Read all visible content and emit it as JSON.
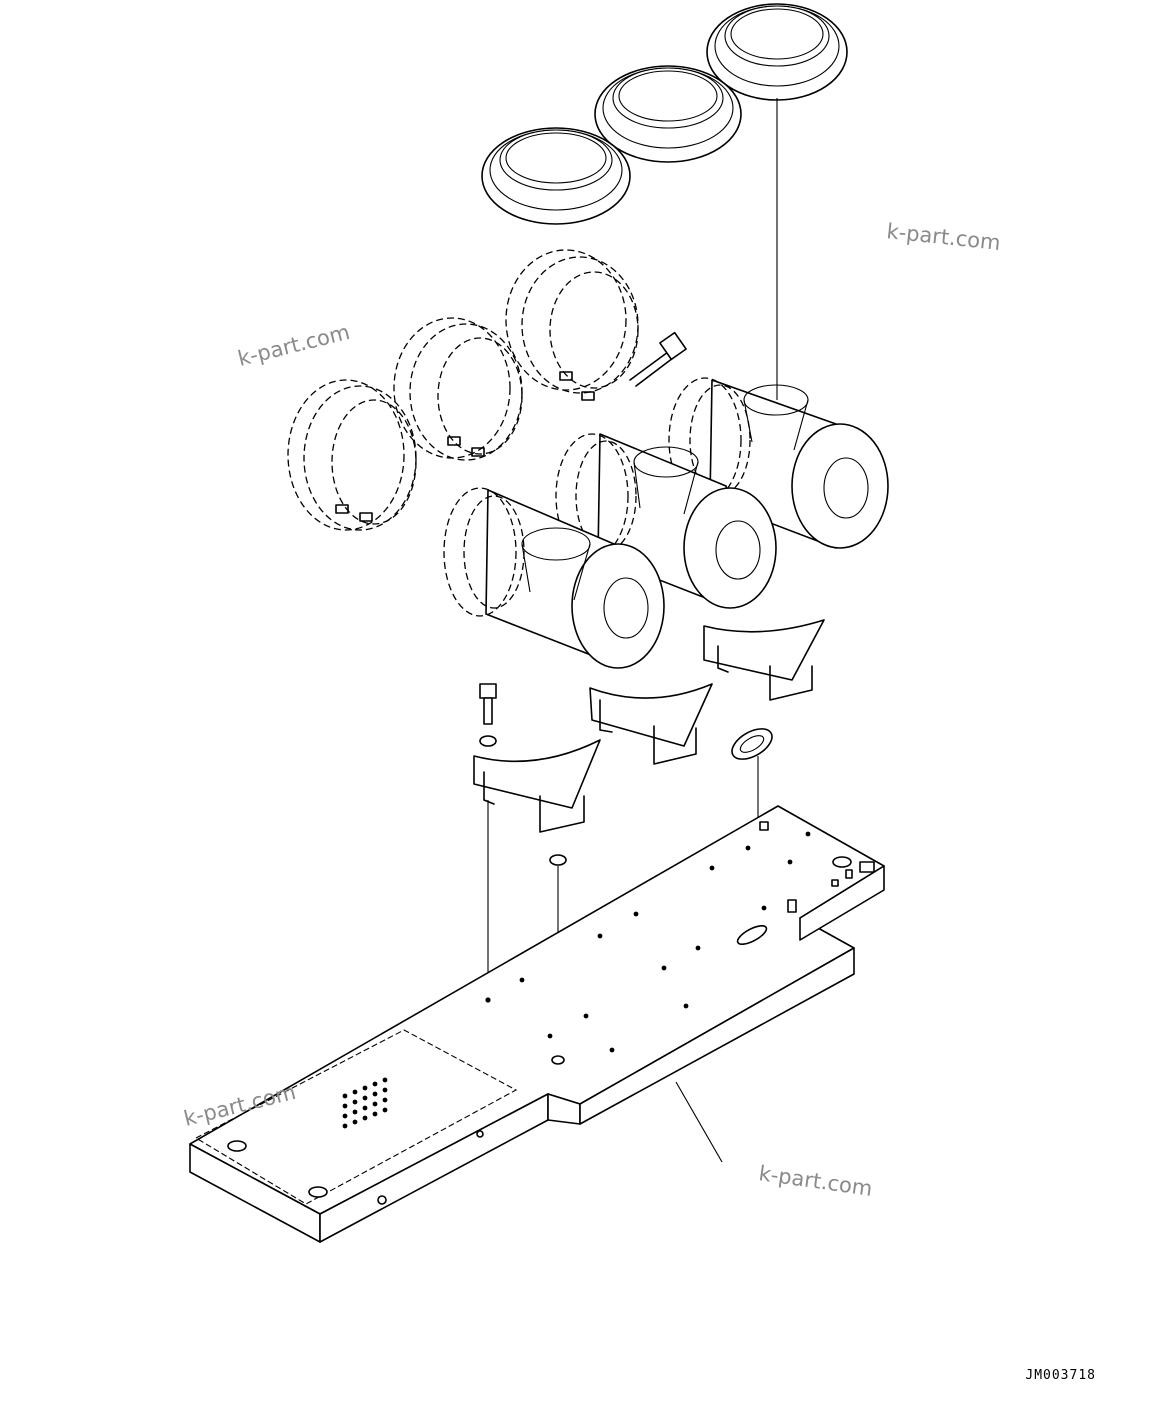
{
  "watermarks": [
    "k-part.com",
    "k-part.com",
    "k-part.com",
    "k-part.com"
  ],
  "drawing_code": "JM003718",
  "colors": {
    "line": "#000000",
    "watermark": "#8a8a8a",
    "background": "#ffffff"
  }
}
